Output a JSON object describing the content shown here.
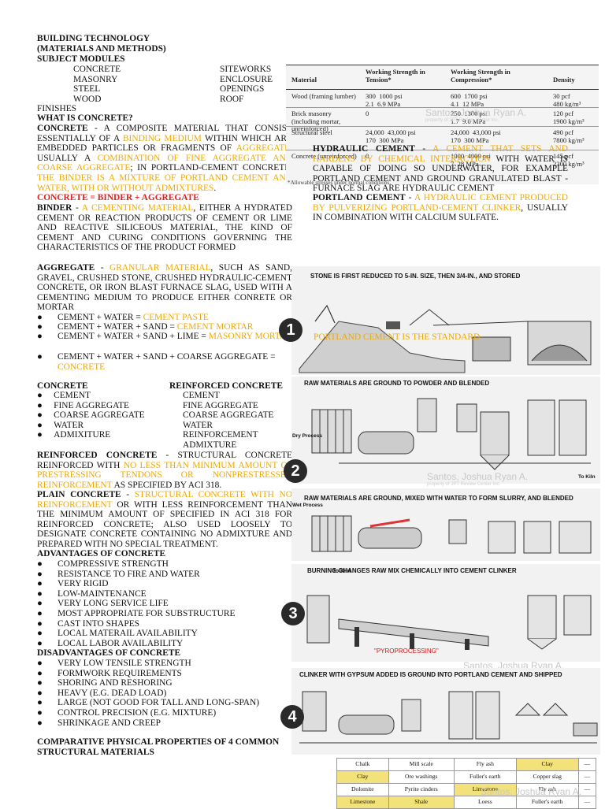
{
  "header": {
    "title1": "BUILDING TECHNOLOGY",
    "title2": "(MATERIALS AND METHODS)",
    "subject": "SUBJECT MODULES"
  },
  "modules": {
    "col1": [
      "CONCRETE",
      "MASONRY",
      "STEEL",
      "WOOD"
    ],
    "col2": [
      "SITEWORKS",
      "ENCLOSURE",
      "OPENINGS",
      "ROOF"
    ],
    "finishes": "FINISHES"
  },
  "what_is": "WHAT IS CONCRETE?",
  "concrete_def": {
    "term": "CONCRETE",
    "p1": " - A COMPOSITE MATERIAL THAT CONSIST ESSENTIALLY OF A ",
    "h1": "BINDING MEDIUM",
    "p2": " WITHIN WHICH ARE EMBEDDED PARTICLES OR FRAGMENTS OF ",
    "h2": "AGGREGATE",
    "p3": ", USUALLY A ",
    "h3": "COMBINATION OF FINE AGGREGATE AND COARSE AGGREGATE",
    "p4": "; IN PORTLAND-CEMENT CONCRETE, ",
    "h4": "THE BINDER IS A MIXTURE OF PORTLAND CEMENT AND WATER, WITH OR WITHOUT ADMIXTURES",
    "p5": "."
  },
  "concrete_eq": "CONCRETE = BINDER + AGGREGATE",
  "binder_def": {
    "term": "BINDER",
    "p1": " - ",
    "h1": "A CEMENTING MATERIAL",
    "p2": ", EITHER A HYDRATED CEMENT OR REACTION PRODUCTS OF CEMENT OR LIME AND REACTIVE SILICEOUS MATERIAL, THE KIND OF CEMENT AND CURING CONDITIONS GOVERNING THE CHARACTERISTICS OF THE PRODUCT FORMED"
  },
  "aggregate_def": {
    "term": "AGGREGATE",
    "p1": " - ",
    "h1": "GRANULAR MATERIAL",
    "p2": ", SUCH AS SAND, GRAVEL, CRUSHED STONE, CRUSHED HYDRAULIC-CEMENT CONCRETE, OR IRON BLAST FURNACE SLAG, USED WITH A CEMENTING MEDIUM TO PRODUCE EITHER CONRETE OR MORTAR"
  },
  "mixes": [
    {
      "a": "CEMENT + WATER = ",
      "b": "CEMENT PASTE"
    },
    {
      "a": "CEMENT + WATER + SAND = ",
      "b": "CEMENT MORTAR"
    },
    {
      "a": "CEMENT + WATER + SAND + LIME = ",
      "b": "MASONRY MORTAR"
    },
    {
      "a": "CEMENT + WATER + SAND + COARSE AGGREGATE = ",
      "b": "CONCRETE"
    }
  ],
  "compare": {
    "h1": "CONCRETE",
    "h2": "REINFORCED CONCRETE",
    "c1": [
      "CEMENT",
      "FINE AGGREGATE",
      "COARSE AGGREGATE",
      "WATER",
      "ADMIXITURE"
    ],
    "c2": [
      "CEMENT",
      "FINE AGGREGATE",
      "COARSE AGGREGATE",
      "WATER",
      "REINFORCEMENT",
      "ADMIXTURE"
    ]
  },
  "reinforced_def": {
    "term": "REINFORCED CONCRETE",
    "p1": " - STRUCTURAL CONCRETE REINFORCED WITH ",
    "h1": "NO LESS THAN MINIMUM AMOUNT OF PRESTRESSING TENDONS OR NONPRESTRESSED REINFORCEMENT",
    "p2": " AS SPECIFIED BY ACI 318."
  },
  "plain_def": {
    "term": "PLAIN CONCRETE",
    "p1": " - ",
    "h1": "STRUCTURAL CONCRETE WITH NO REINFORCEMENT",
    "p2": " OR WITH LESS REINFORCEMENT THAN THE MINIMUM AMOUNT OF SPECIFIED IN ACI 318 FOR REINFORCED CONCRETE; ALSO USED LOOSELY TO DESIGNATE CONCRETE CONTAINING NO ADMIXTURE AND PREPARED WITH NO SPECIAL TREATMENT."
  },
  "advantages": {
    "title": "ADVANTAGES OF CONCRETE",
    "items": [
      "COMPRESSIVE STRENGTH",
      "RESISTANCE TO FIRE AND WATER",
      "VERY RIGID",
      "LOW-MAINTENANCE",
      "VERY LONG SERVICE LIFE",
      "MOST APPROPRIATE FOR SUBSTRUCTURE",
      "CAST INTO SHAPES",
      "LOCAL MATERAIL AVAILABILITY",
      "LOCAL LABOR AVAILABILITY"
    ]
  },
  "disadvantages": {
    "title": "DISADVANTAGES OF CONCRETE",
    "items": [
      "VERY LOW TENSILE STRENGTH",
      "FORMWORK REQUIREMENTS",
      "SHORING AND RESHORING",
      "HEAVY (E.G. DEAD LOAD)",
      "LARGE (NOT GOOD FOR TALL AND LONG-SPAN)",
      "CONTROL PRECISION (E.G. MIXTURE)",
      "SHRINKAGE AND CREEP"
    ]
  },
  "comparative": "COMPARATIVE PHYSICAL PROPERTIES OF 4 COMMON STRUCTURAL MATERIALS",
  "hydraulic_def": {
    "term": "HYDRAULIC CEMENT",
    "p1": " - ",
    "h1": "A CEMENT THAT SETS AND HARDENS BY CHEMICAL INTERACTION",
    "p2": " WITH WATER IS CAPABLE OF DOING SO UNDERWATER, FOR EXAMPLE PORTLAND CEMENT AND GROUND GRANULATED BLAST - FURNACE SLAG ARE HYDRAULIC CEMENT"
  },
  "portland_def": {
    "term": "PORTLAND CEMENT",
    "p1": " - ",
    "h1": "A HYDRAULIC CEMENT PRODUCED BY PULVERIZING PORTLAND-CEMENT CLINKER",
    "p2": ", USUALLY IN COMBINATION WITH CALCIUM SULFATE."
  },
  "portland_standard": "PORTLAND CEMENT IS THE STANDARD",
  "strength_table": {
    "headers": [
      "Material",
      "Working Strength in Tension*",
      "Working Strength in Compression*",
      "Density"
    ],
    "rows": [
      [
        "Wood (framing lumber)",
        "300  1000 psi\n2.1  6.9 MPa",
        "600  1700 psi\n4.1  12 MPa",
        "30 pcf\n480 kg/m³"
      ],
      [
        "Brick masonry (including mortar, unreinforced)",
        "0",
        "250  1300 psi\n1.7  9.0 MPa",
        "120 pcf\n1900 kg/m³"
      ],
      [
        "Structural steel",
        "24,000  43,000 psi\n170  300 MPa",
        "24,000  43,000 psi\n170  300 MPa",
        "490 pcf\n7800 kg/m³"
      ],
      [
        "Concrete (unreinforced)",
        "0",
        "1000  4000 psi\n7  28 MPa",
        "145 pcf\n2300 kg/m³"
      ]
    ],
    "footnote": "*Allowable stresses under normal conditions."
  },
  "watermark": {
    "name": "Santos, Joshua Ryan A.",
    "sub": "property of JPT Review Center Inc."
  },
  "figures": [
    {
      "num": "1",
      "title": "STONE IS FIRST REDUCED TO 5-IN. SIZE, THEN 3/4-IN., AND STORED"
    },
    {
      "num": "2",
      "title": "RAW MATERIALS ARE GROUND TO POWDER AND BLENDED"
    },
    {
      "num": "",
      "title": "RAW MATERIALS ARE GROUND, MIXED WITH WATER TO FORM SLURRY, AND BLENDED"
    },
    {
      "num": "3",
      "title": "BURNING CHANGES RAW MIX CHEMICALLY INTO CEMENT CLINKER"
    },
    {
      "num": "4",
      "title": "CLINKER WITH GYPSUM ADDED IS GROUND INTO PORTLAND CEMENT AND SHIPPED"
    }
  ],
  "fig_labels": {
    "dry": "Dry Process",
    "wet": "Wet Process",
    "kiln": "To Kiln",
    "pyro": "\"PYROPROCESSING\""
  },
  "materials_table": [
    [
      "Chalk",
      "Mill scale",
      "Fly ash",
      "Clay",
      "—"
    ],
    [
      "Clay",
      "Ore washings",
      "Fuller's earth",
      "Copper slag",
      "—"
    ],
    [
      "Dolomite",
      "Pyrite cinders",
      "Limestone",
      "Fly ash",
      "—"
    ],
    [
      "Limestone",
      "Shale",
      "Loess",
      "Fuller's earth",
      "—"
    ]
  ],
  "colors": {
    "highlight": "#f0a800",
    "red": "#e02020",
    "badge": "#2a2a2a"
  }
}
